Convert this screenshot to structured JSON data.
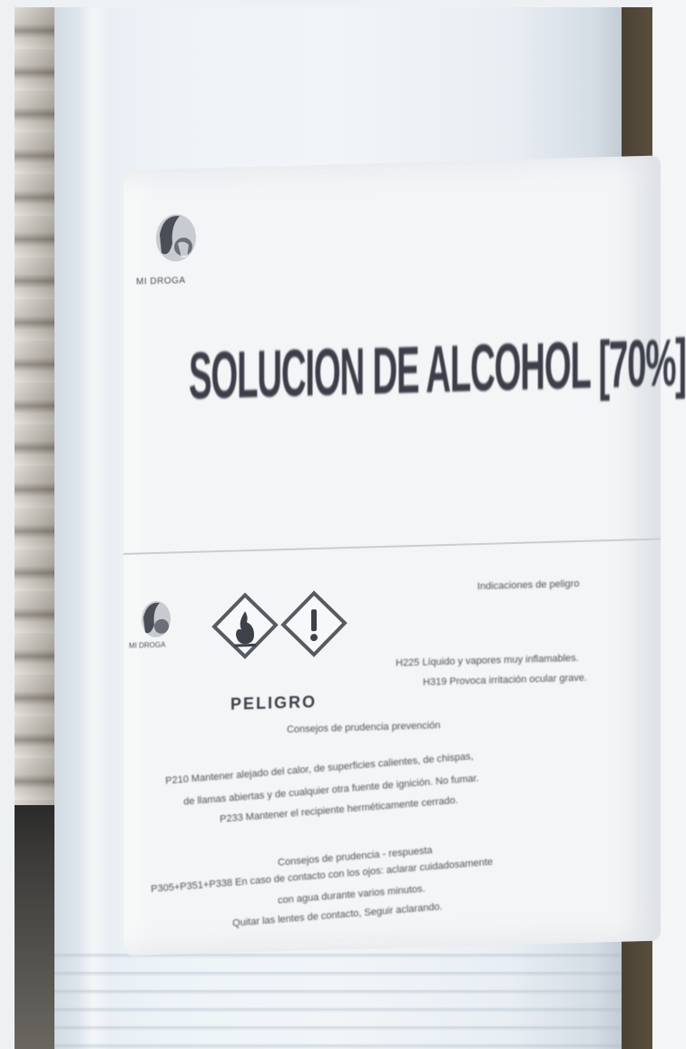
{
  "image": {
    "subject": "",
    "label": {
      "brand_top": "MI DROGA",
      "title": "SOLUCION DE ALCOHOL [70%]",
      "brand_small": "MI DROGA",
      "hazard_indications_heading": "Indicaciones de peligro",
      "h225": "H225 Líquido y vapores muy inflamables.",
      "h319": "H319 Provoca irritación ocular grave.",
      "signal_word": "PELIGRO",
      "prevention_heading": "Consejos de prudencia prevención",
      "p210_line1": "P210 Mantener alejado del calor, de superficies calientes, de chispas,",
      "p210_line2": "de llamas abiertas y de cualquier otra fuente de ignición. No fumar.",
      "p233": "P233 Mantener el recipiente herméticamente cerrado.",
      "response_heading": "Consejos de prudencia - respuesta",
      "p305_line1": "P305+P351+P338 En caso de contacto con los ojos: aclarar cuidadosamente",
      "p305_line2": "con agua durante varios minutos.",
      "p305_line3": "Quitar las lentes de contacto, Seguir aclarando."
    },
    "pictograms": [
      "flame-pictogram",
      "exclamation-pictogram"
    ],
    "colors": {
      "label_text": "#3c3f4a",
      "bottle": "#eef3f7",
      "label_bg": "#f4f5f6",
      "pictogram_border": "#555a63"
    }
  }
}
